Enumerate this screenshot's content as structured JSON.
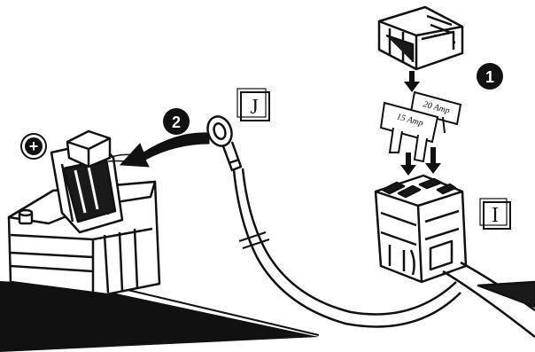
{
  "labels": {
    "callout_1": "1",
    "callout_2": "2",
    "letter_j": "J",
    "letter_i": "I",
    "fuse_20": "20 Amp",
    "fuse_15": "15 Amp",
    "plus_symbol": "+"
  },
  "colors": {
    "ink": "#111111",
    "paper": "#ffffff",
    "shade": "#2a2a2a"
  }
}
